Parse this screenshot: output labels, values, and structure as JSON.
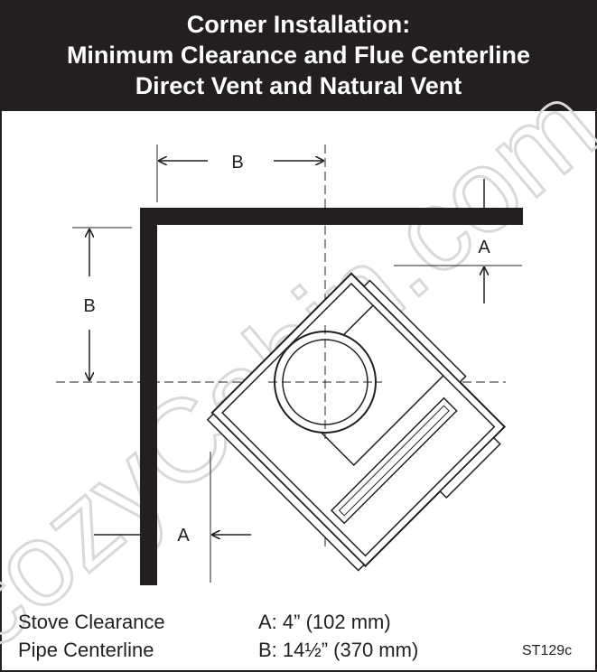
{
  "header": {
    "line1": "Corner Installation:",
    "line2": "Minimum Clearance and Flue Centerline",
    "line3": "Direct Vent and Natural Vent"
  },
  "diagram": {
    "label_b_top": "B",
    "label_b_left": "B",
    "label_a_right": "A",
    "label_a_bottom": "A"
  },
  "legend": {
    "stove_clearance": "Stove Clearance",
    "pipe_centerline": "Pipe Centerline",
    "a_value": "A: 4” (102 mm)",
    "b_value": "B: 14½” (370 mm)",
    "code": "ST129c"
  },
  "watermark": {
    "text": "cozyCabin.com"
  },
  "colors": {
    "ink": "#231f20",
    "watermark": "#d9d9d9"
  }
}
